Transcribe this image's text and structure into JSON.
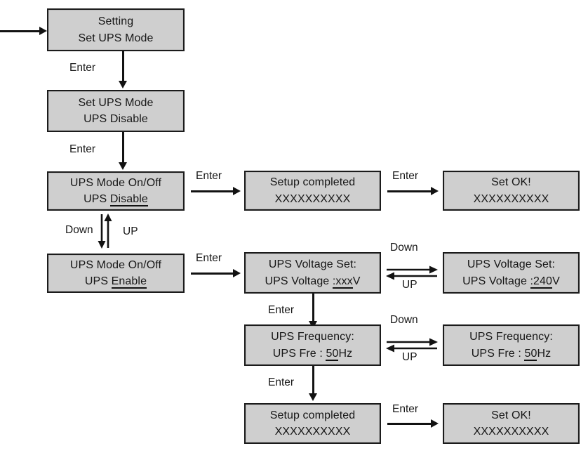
{
  "diagram": {
    "title_semantic": "UPS Mode setting menu navigation flowchart",
    "colors": {
      "box_fill": "#cfcfcf",
      "box_border": "#1b1b1b",
      "line": "#121212",
      "text": "#161616",
      "background": "#ffffff"
    },
    "entry_arrow": "entry-arrow",
    "nodes": [
      {
        "id": "setting",
        "line1": "Setting",
        "line2": "Set UPS Mode",
        "line2_underline": ""
      },
      {
        "id": "set-ups-mode",
        "line1": "Set UPS Mode",
        "line2": "UPS Disable",
        "line2_underline": ""
      },
      {
        "id": "ups-mode-onoff-disable",
        "line1": "UPS Mode On/Off",
        "line2_prefix": "UPS ",
        "line2_underlined": "Disable",
        "line2_suffix": ""
      },
      {
        "id": "ups-mode-onoff-enable",
        "line1": "UPS Mode On/Off",
        "line2_prefix": "UPS ",
        "line2_underlined": "Enable",
        "line2_suffix": ""
      },
      {
        "id": "setup-completed-1",
        "line1": "Setup completed",
        "line2": "XXXXXXXXXX"
      },
      {
        "id": "set-ok-1",
        "line1": "Set OK!",
        "line2": "XXXXXXXXXX"
      },
      {
        "id": "ups-voltage-set-xxx",
        "line1": "UPS Voltage Set:",
        "line2_prefix": "UPS Voltage ",
        "line2_underlined": ":xxx",
        "line2_suffix": "V"
      },
      {
        "id": "ups-voltage-set-240",
        "line1": "UPS Voltage Set:",
        "line2_prefix": "UPS Voltage ",
        "line2_underlined": ":240",
        "line2_suffix": "V"
      },
      {
        "id": "ups-frequency-left",
        "line1": "UPS Frequency:",
        "line2_prefix": "UPS Fre : ",
        "line2_underlined": "50",
        "line2_suffix": "Hz"
      },
      {
        "id": "ups-frequency-right",
        "line1": "UPS Frequency:",
        "line2_prefix": "UPS Fre : ",
        "line2_underlined": "50",
        "line2_suffix": "Hz"
      },
      {
        "id": "setup-completed-2",
        "line1": "Setup completed",
        "line2": "XXXXXXXXXX"
      },
      {
        "id": "set-ok-2",
        "line1": "Set OK!",
        "line2": "XXXXXXXXXX"
      }
    ],
    "edge_labels": {
      "enter_1": "Enter",
      "enter_2": "Enter",
      "enter_3": "Enter",
      "enter_4": "Enter",
      "enter_5": "Enter",
      "enter_6": "Enter",
      "enter_7": "Enter",
      "down_vertical": "Down",
      "up_vertical": "UP",
      "down_voltage": "Down",
      "up_voltage": "UP",
      "down_frequency": "Down",
      "up_frequency": "UP"
    }
  }
}
